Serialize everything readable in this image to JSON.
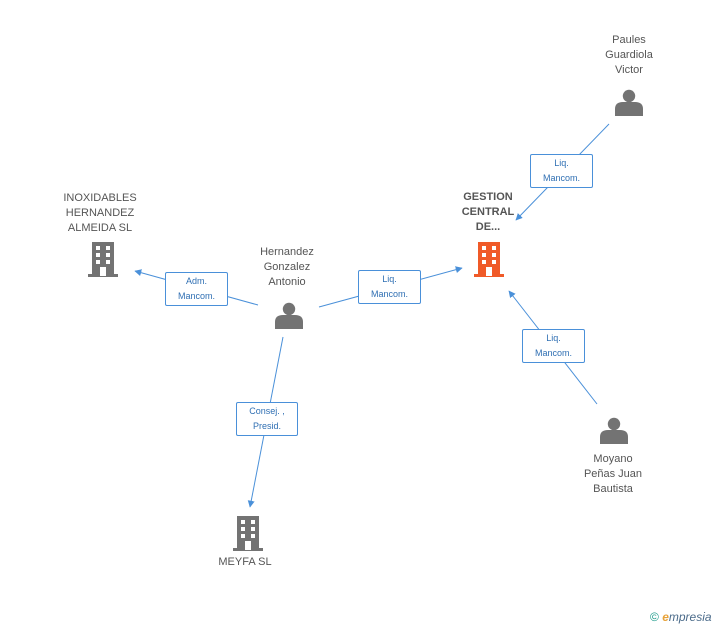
{
  "nodes": {
    "paules": {
      "label_lines": [
        "Paules",
        "Guardiola",
        "Victor"
      ],
      "kind": "person"
    },
    "gestion": {
      "label_lines": [
        "GESTION",
        "CENTRAL",
        "DE..."
      ],
      "kind": "company-focus"
    },
    "inoxidables": {
      "label_lines": [
        "INOXIDABLES",
        "HERNANDEZ",
        "ALMEIDA SL"
      ],
      "kind": "company"
    },
    "hernandez": {
      "label_lines": [
        "Hernandez",
        "Gonzalez",
        "Antonio"
      ],
      "kind": "person"
    },
    "moyano": {
      "label_lines": [
        "Moyano",
        "Peñas Juan",
        "Bautista"
      ],
      "kind": "person"
    },
    "meyfa": {
      "label_lines": [
        "MEYFA SL"
      ],
      "kind": "company"
    }
  },
  "edges": [
    {
      "from": "paules",
      "to": "gestion",
      "label_lines": [
        "Liq.",
        "Mancom."
      ]
    },
    {
      "from": "hernandez",
      "to": "inoxidables",
      "label_lines": [
        "Adm.",
        "Mancom."
      ]
    },
    {
      "from": "hernandez",
      "to": "gestion",
      "label_lines": [
        "Liq.",
        "Mancom."
      ]
    },
    {
      "from": "moyano",
      "to": "gestion",
      "label_lines": [
        "Liq.",
        "Mancom."
      ]
    },
    {
      "from": "hernandez",
      "to": "meyfa",
      "label_lines": [
        "Consej. ,",
        "Presid."
      ]
    }
  ],
  "footer": {
    "copyright": "©",
    "brand_initial": "e",
    "brand_rest": "mpresia"
  },
  "colors": {
    "edge": "#4a90d9",
    "icon": "#737373",
    "focus_icon": "#f05a28"
  }
}
